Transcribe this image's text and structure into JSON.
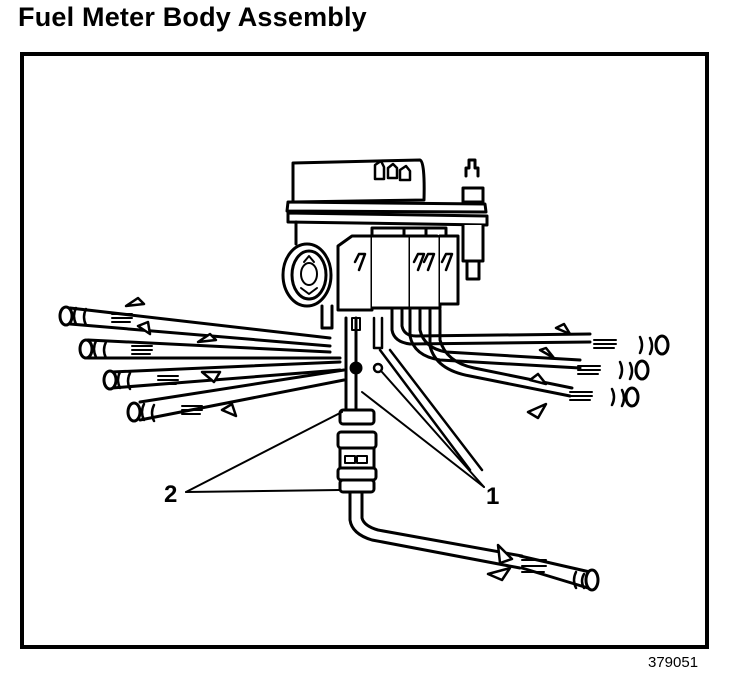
{
  "title": "Fuel Meter Body Assembly",
  "figure_number": "379051",
  "callouts": [
    {
      "label": "1",
      "name": "callout-1"
    },
    {
      "label": "2",
      "name": "callout-2"
    }
  ],
  "colors": {
    "ink": "#000000",
    "paper": "#ffffff"
  }
}
